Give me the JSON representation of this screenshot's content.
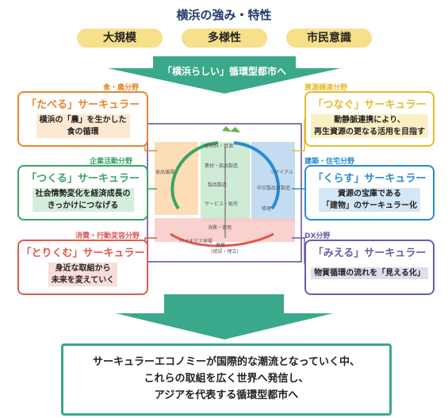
{
  "header": {
    "title": "横浜の強み・特性",
    "strengths": [
      "大規模",
      "多様性",
      "市民意識"
    ]
  },
  "banner": "「横浜らしい」循環型都市へ",
  "cards": {
    "taberu": {
      "category": "食・農分野",
      "title": "「たべる」サーキュラー",
      "body": [
        "横浜の「農」を生かした",
        "食の循環"
      ],
      "color": "#e8842a"
    },
    "tsukuru": {
      "category": "企業活動分野",
      "title": "「つくる」サーキュラー",
      "body": [
        "社会情勢変化を経済成長の",
        "きっかけにつなげる"
      ],
      "color": "#3aa365"
    },
    "torikumu": {
      "category": "消費・行動変容分野",
      "title": "「とりくむ」サーキュラー",
      "body": [
        "身近な取組から",
        "未来を変えていく"
      ],
      "color": "#e0594f"
    },
    "tsunagu": {
      "category": "資源調達分野",
      "title": "「つなぐ」サーキュラー",
      "body": [
        "動静脈連携により、",
        "再生資源の更なる活用を目指す"
      ],
      "color": "#e8b92a"
    },
    "kurasu": {
      "category": "建築・住宅分野",
      "title": "「くらす」サーキュラー",
      "body": [
        "資源の宝庫である",
        "「建物」のサーキュラー化"
      ],
      "color": "#2a8bd0"
    },
    "mieru": {
      "category": "DX分野",
      "title": "「みえる」サーキュラー",
      "body": [
        "物質循環の流れを「見える化」"
      ],
      "color": "#6c5aa8"
    }
  },
  "center_diagram": {
    "steps": [
      "原材料・資源",
      "素材・部品製造",
      "製品製造",
      "サービス・販売",
      "消費・使用",
      "廃棄"
    ],
    "dispose_note": "(焼却・埋立)",
    "loop_labels": [
      "リサイクル",
      "中古製品再製造",
      "修理",
      "バイオマス発電",
      "食品循環"
    ]
  },
  "conclusion": [
    "サーキュラーエコノミーが国際的な潮流となっていく中、",
    "これらの取組を広く世界へ発信し、",
    "アジアを代表する循環型都市へ"
  ]
}
